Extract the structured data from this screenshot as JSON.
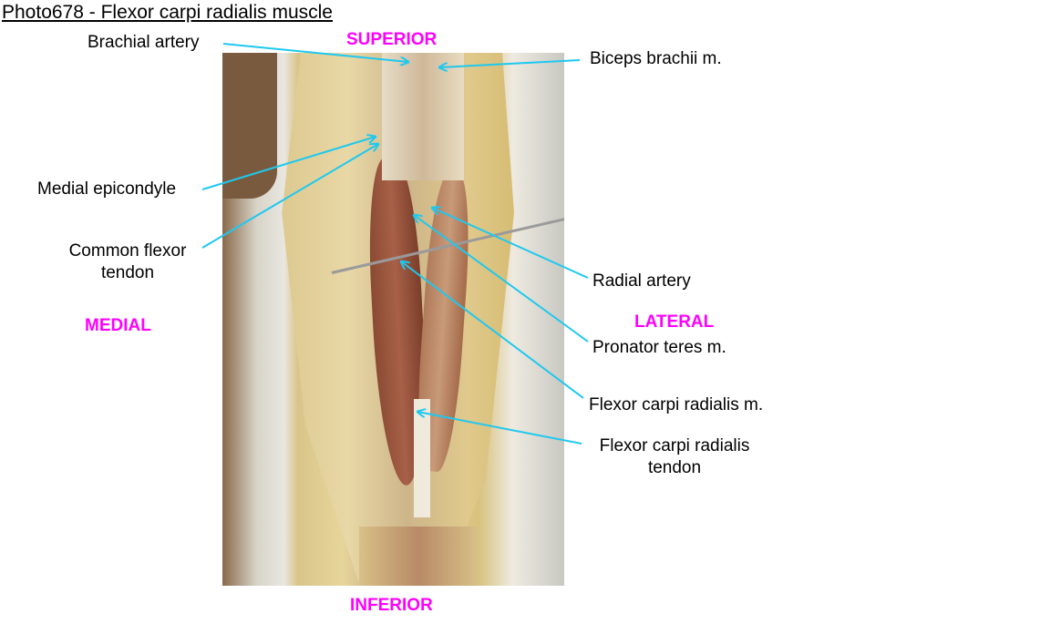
{
  "title": "Photo678 - Flexor carpi radialis muscle",
  "directions": {
    "superior": "SUPERIOR",
    "inferior": "INFERIOR",
    "medial": "MEDIAL",
    "lateral": "LATERAL"
  },
  "labels": {
    "brachial_artery": "Brachial artery",
    "biceps_brachii": "Biceps brachii m.",
    "medial_epicondyle": "Medial epicondyle",
    "common_flexor_line1": "Common flexor",
    "common_flexor_line2": "tendon",
    "radial_artery": "Radial artery",
    "pronator_teres": "Pronator teres m.",
    "fcr_muscle": "Flexor carpi radialis m.",
    "fcr_tendon_line1": "Flexor carpi radialis",
    "fcr_tendon_line2": "tendon"
  },
  "colors": {
    "direction": "#ff00ff",
    "leader": "#1ec8f0"
  }
}
